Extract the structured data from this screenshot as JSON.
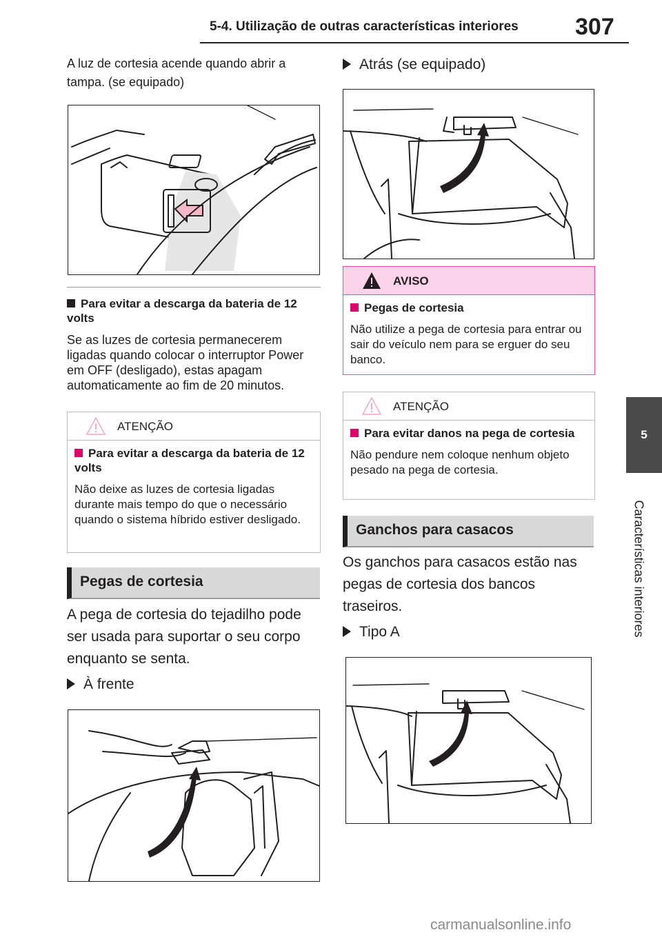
{
  "header": {
    "section_title": "5-4. Utilização de outras características interiores",
    "page_number": "307"
  },
  "side_tab": {
    "chapter_number": "5",
    "chapter_title": "Características interiores"
  },
  "left": {
    "intro": "A luz de cortesia acende quando abrir a tampa. (se equipado)",
    "battery_heading": "Para evitar a descarga da bateria de 12 volts",
    "battery_text": "Se as luzes de cortesia permanecerem ligadas quando colocar o interruptor Power em OFF (desligado), estas apagam automaticamente ao fim de 20 minutos.",
    "caution": {
      "title": "ATENÇÃO",
      "heading": "Para evitar a descarga da bateria de 12 volts",
      "text": "Não deixe as luzes de cortesia ligadas durante mais tempo do que o necessário quando o sistema híbrido estiver desligado."
    },
    "section_title": "Pegas de cortesia",
    "section_text": "A pega de cortesia do tejadilho pode ser usada para suportar o seu corpo enquanto se senta.",
    "front_label": "À frente"
  },
  "right": {
    "rear_label": "Atrás (se equipado)",
    "aviso": {
      "title": "AVISO",
      "heading": "Pegas de cortesia",
      "text": "Não utilize a pega de cortesia para entrar ou sair do veículo nem para se erguer do seu banco."
    },
    "caution": {
      "title": "ATENÇÃO",
      "heading": "Para evitar danos na pega de cortesia",
      "text": "Não pendure nem coloque nenhum objeto pesado na pega de cortesia."
    },
    "section_title": "Ganchos para casacos",
    "section_text": "Os ganchos para casacos estão nas pegas de cortesia dos bancos traseiros.",
    "type_label": "Tipo A"
  },
  "footer": {
    "watermark": "carmanualsonline.info"
  },
  "colors": {
    "aviso_border": "#e04fa6",
    "aviso_fill": "#fbd3ea",
    "bullet_pink": "#e0006a",
    "section_fill": "#d9d9d9",
    "tab_fill": "#4a4a4a"
  }
}
